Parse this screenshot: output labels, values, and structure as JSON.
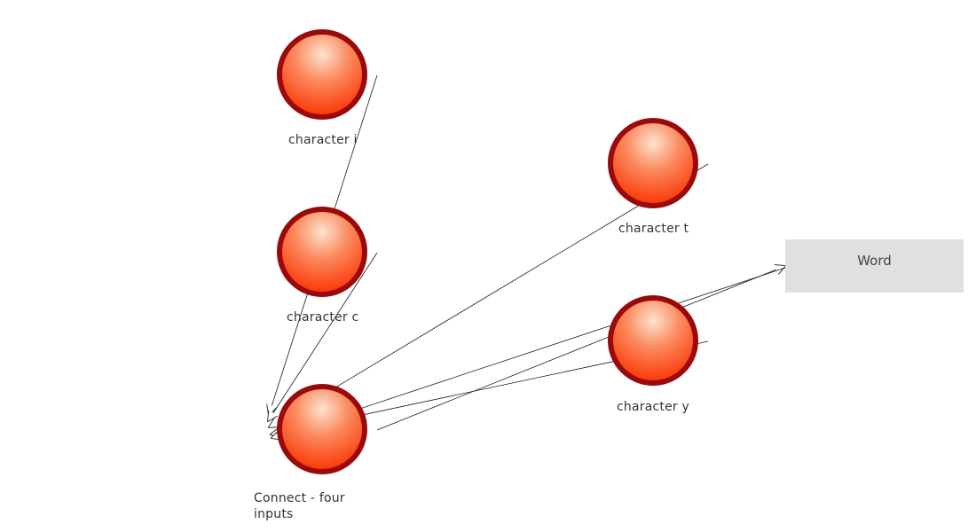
{
  "nodes": {
    "char_i": {
      "label": "character i"
    },
    "char_c": {
      "label": "character c"
    },
    "char_t": {
      "label": "character t"
    },
    "char_y": {
      "label": "character y"
    },
    "connect": {
      "label": "Connect - four inputs"
    }
  },
  "output": {
    "label": "Word"
  },
  "colors": {
    "node_ring": "#9b0a0a",
    "node_fill_light": "#fde3cf",
    "node_fill_mid": "#fb8a5e",
    "node_fill_dark": "#fb3a0a",
    "box_fill": "#e0e0e0",
    "edge": "#1a1a1a"
  }
}
